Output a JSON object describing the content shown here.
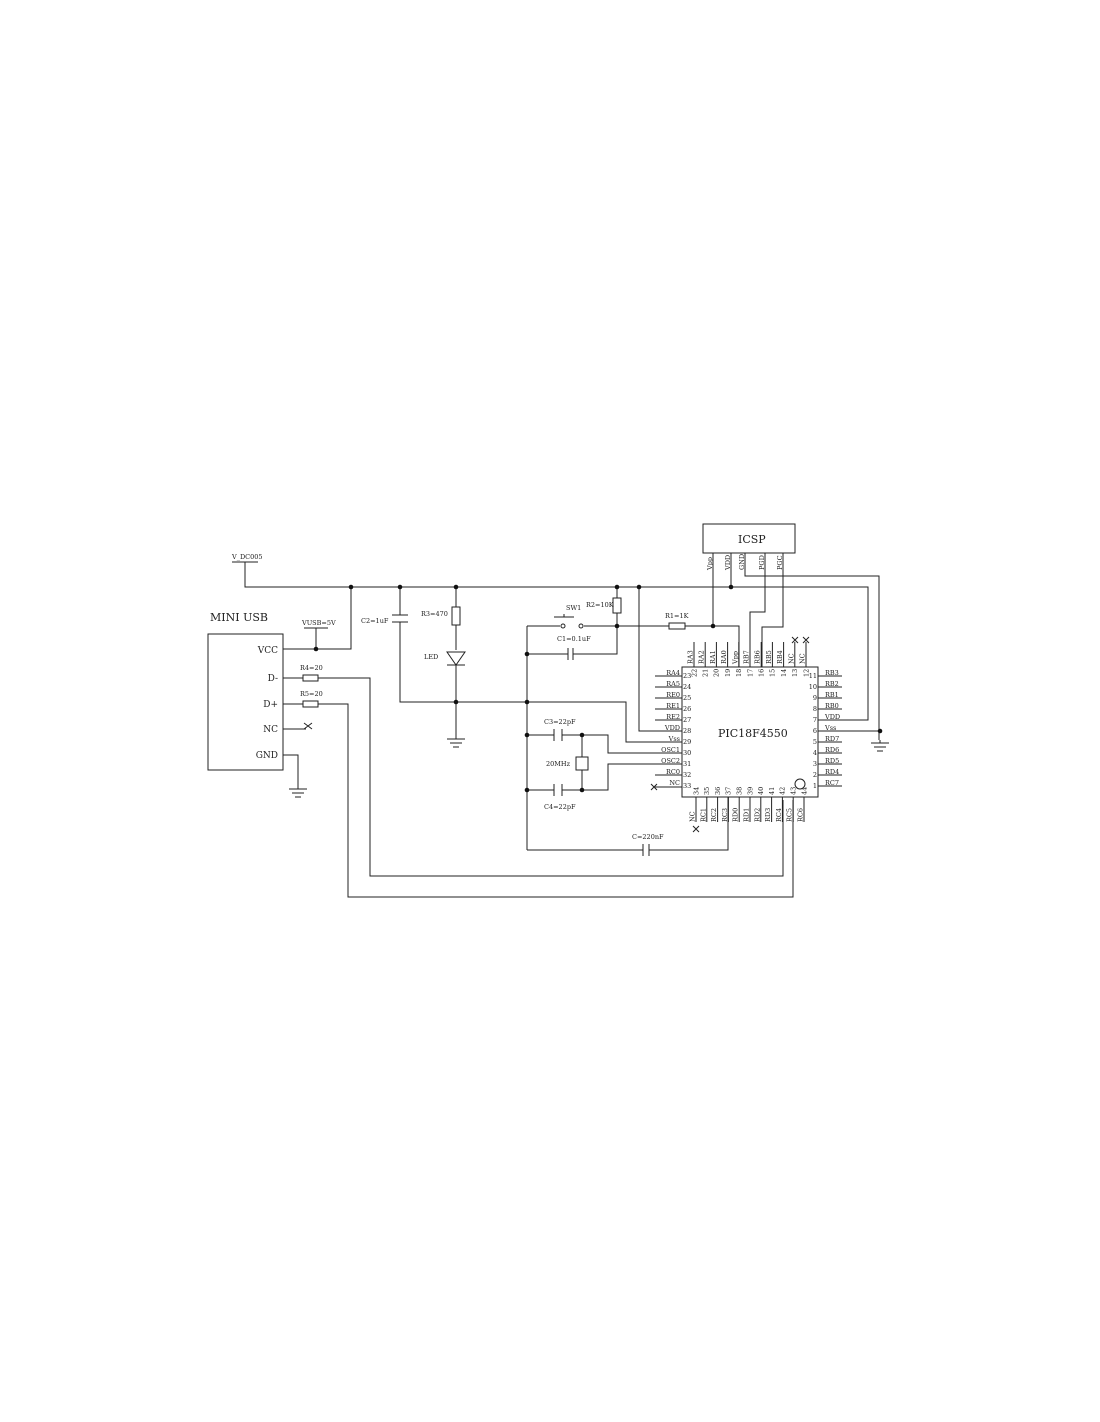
{
  "labels": {
    "v_dc": "V_DC005",
    "mini_usb": "MINI USB",
    "vusb": "VUSB=5V",
    "r4": "R4=20",
    "r5": "R5=20",
    "c2": "C2=1uF",
    "r3": "R3=470",
    "led": "LED",
    "sw1": "SW1",
    "r2": "R2=10K",
    "r1": "R1=1K",
    "c1": "C1=0.1uF",
    "c3": "C3=22pF",
    "c4": "C4=22pF",
    "xtal": "20MHz",
    "c220": "C=220nF",
    "icsp": "ICSP",
    "chip": "PIC18F4550"
  },
  "usb_pins": [
    "VCC",
    "D-",
    "D+",
    "NC",
    "GND"
  ],
  "icsp_pins": [
    "Vpp",
    "VDD",
    "GND",
    "PGD",
    "PGC"
  ],
  "chip_pins": {
    "top": [
      [
        "RA3",
        "22"
      ],
      [
        "RA2",
        "21"
      ],
      [
        "RA1",
        "20"
      ],
      [
        "RA0",
        "19"
      ],
      [
        "Vpp",
        "18"
      ],
      [
        "RB7",
        "17"
      ],
      [
        "RB6",
        "16"
      ],
      [
        "RB5",
        "15"
      ],
      [
        "RB4",
        "14"
      ],
      [
        "NC",
        "13"
      ],
      [
        "NC",
        "12"
      ]
    ],
    "left": [
      [
        "RA4",
        "23"
      ],
      [
        "RA5",
        "24"
      ],
      [
        "RE0",
        "25"
      ],
      [
        "RE1",
        "26"
      ],
      [
        "RE2",
        "27"
      ],
      [
        "VDD",
        "28"
      ],
      [
        "Vss",
        "29"
      ],
      [
        "OSC1",
        "30"
      ],
      [
        "OSC2",
        "31"
      ],
      [
        "RC0",
        "32"
      ],
      [
        "NC",
        "33"
      ]
    ],
    "right": [
      [
        "RB3",
        "11"
      ],
      [
        "RB2",
        "10"
      ],
      [
        "RB1",
        "9"
      ],
      [
        "RB0",
        "8"
      ],
      [
        "VDD",
        "7"
      ],
      [
        "Vss",
        "6"
      ],
      [
        "RD7",
        "5"
      ],
      [
        "RD6",
        "4"
      ],
      [
        "RD5",
        "3"
      ],
      [
        "RD4",
        "2"
      ],
      [
        "RC7",
        "1"
      ]
    ],
    "bottom": [
      [
        "NC",
        "34"
      ],
      [
        "RC1",
        "35"
      ],
      [
        "RC2",
        "36"
      ],
      [
        "RC3",
        "37"
      ],
      [
        "RD0",
        "38"
      ],
      [
        "RD1",
        "39"
      ],
      [
        "RD2",
        "40"
      ],
      [
        "RD3",
        "41"
      ],
      [
        "RC4",
        "42"
      ],
      [
        "RC5",
        "43"
      ],
      [
        "RC6",
        "44"
      ]
    ]
  }
}
